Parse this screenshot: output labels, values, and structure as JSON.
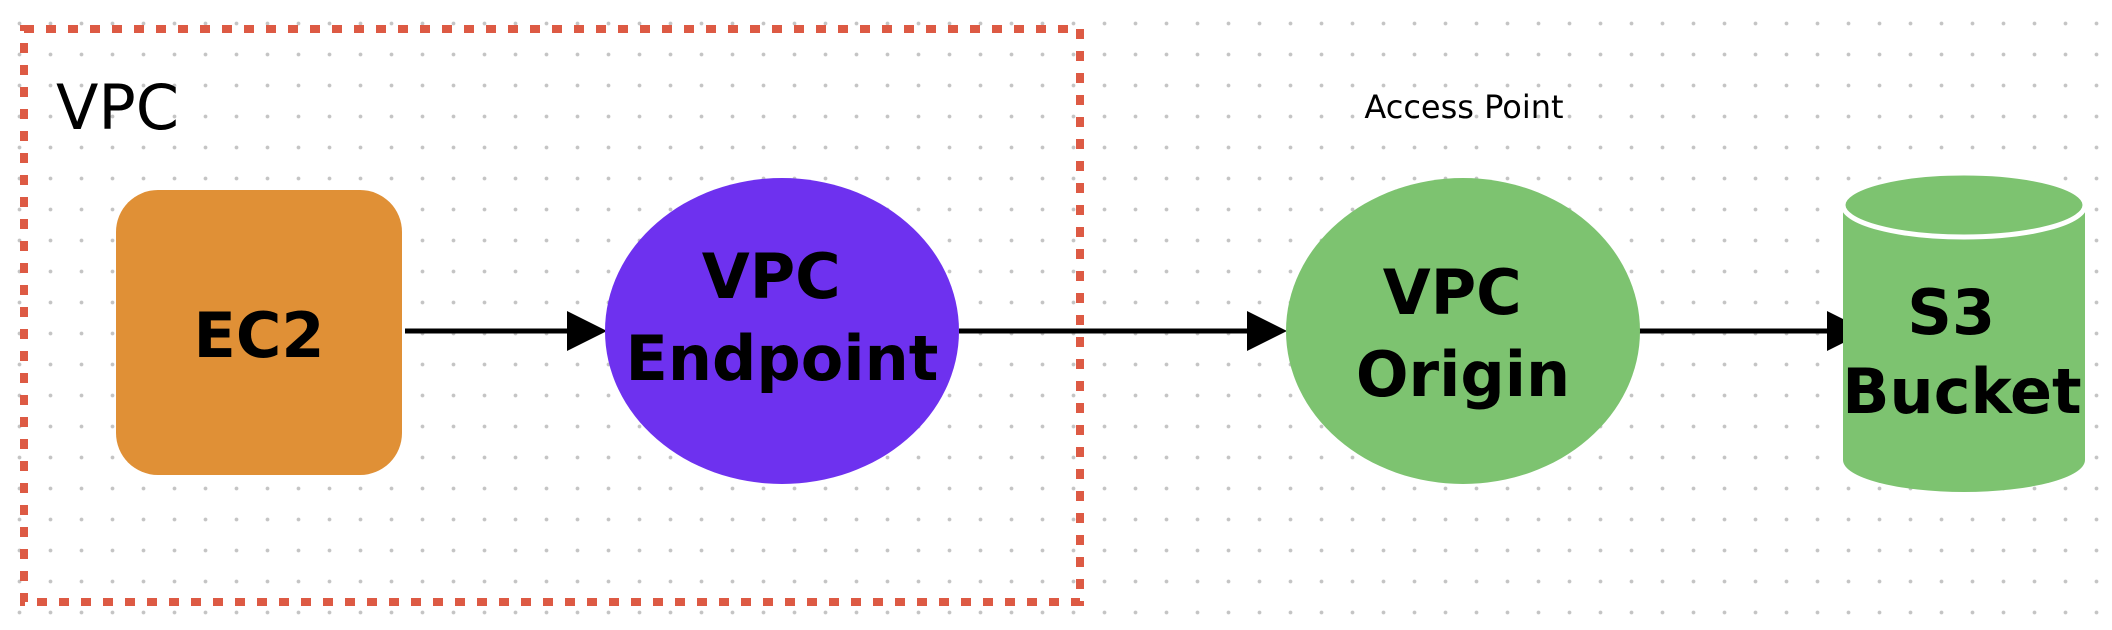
{
  "group": {
    "label": "VPC",
    "border_color": "#dd5a44"
  },
  "nodes": {
    "ec2": {
      "label": "EC2",
      "color": "#e09036"
    },
    "vpc_endpoint": {
      "label_lines": [
        "VPC",
        "Endpoint"
      ],
      "color": "#6e31ef"
    },
    "vpc_origin": {
      "label_lines": [
        "VPC",
        "Origin"
      ],
      "color": "#7dc370"
    },
    "s3_bucket": {
      "label_lines": [
        "S3",
        "Bucket"
      ],
      "color": "#7dc370"
    }
  },
  "annotation": {
    "access_point": "Access Point"
  },
  "edges": [
    {
      "from": "EC2",
      "to": "VPC Endpoint"
    },
    {
      "from": "VPC Endpoint",
      "to": "VPC Origin"
    },
    {
      "from": "VPC Origin",
      "to": "S3 Bucket"
    }
  ],
  "arrow_color": "#000000"
}
